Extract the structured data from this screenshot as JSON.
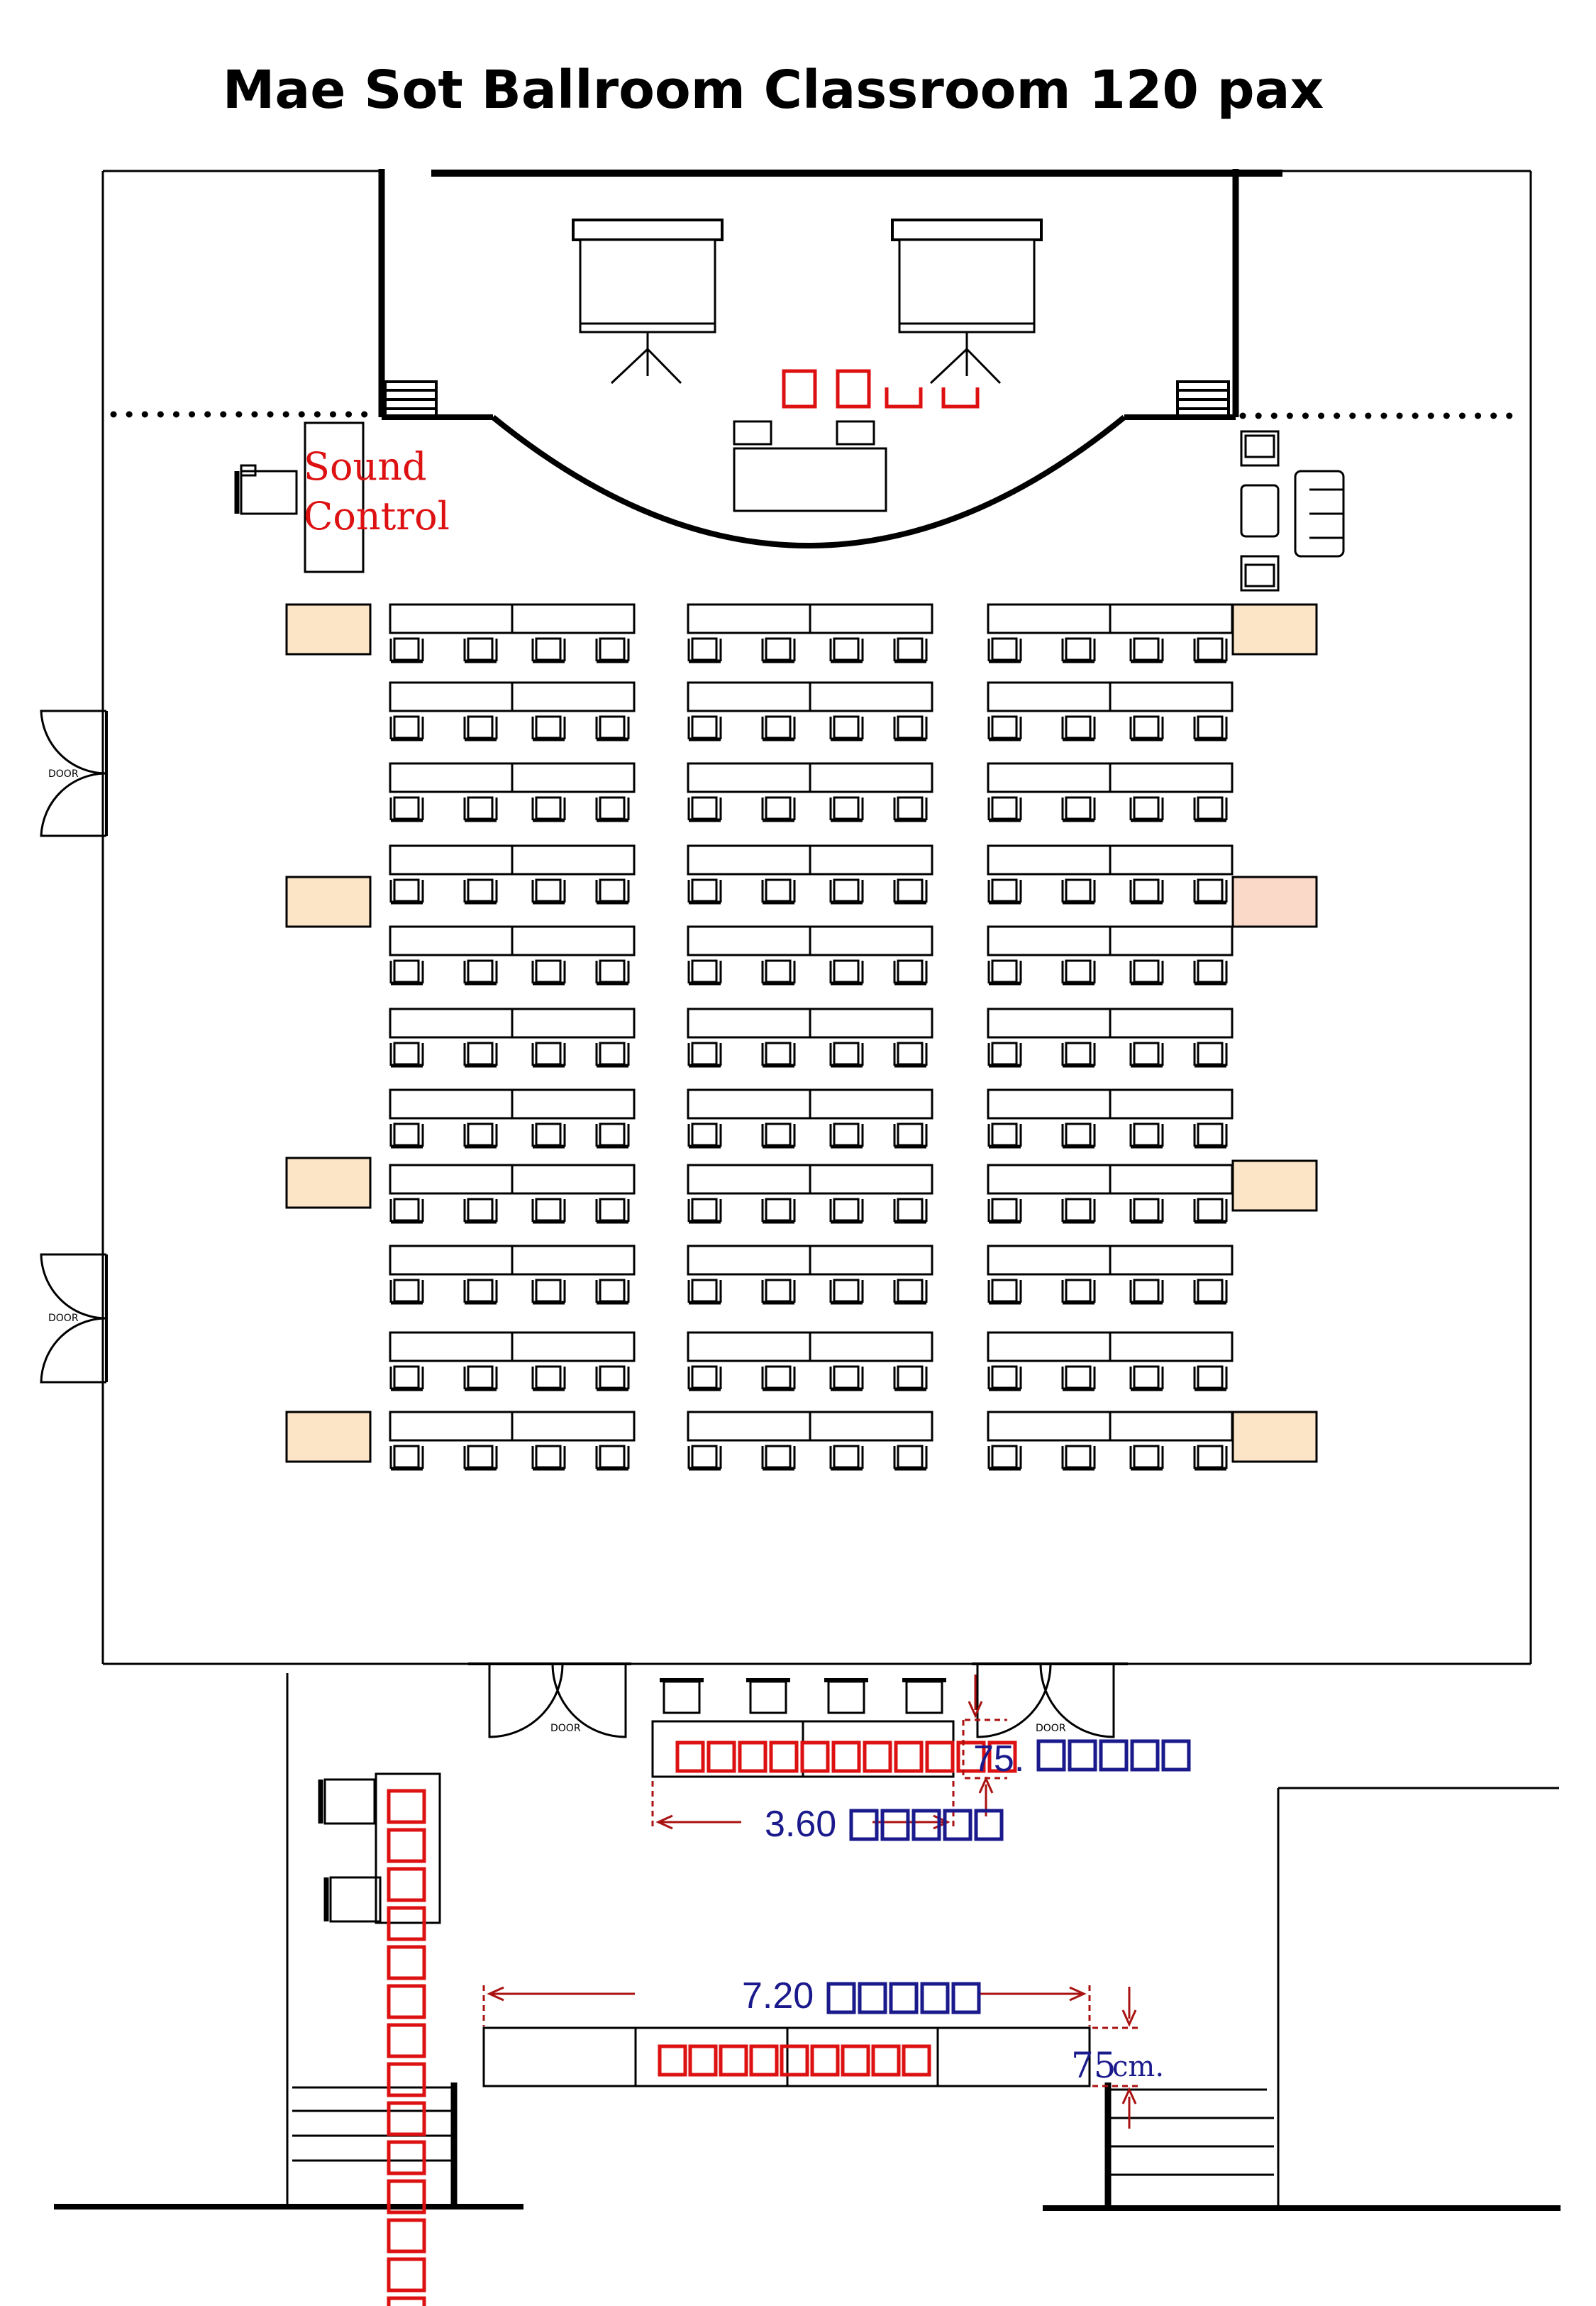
{
  "title": "Mae Sot Ballroom Classroom 120 pax",
  "labels": {
    "sound_control_line1": "Sound",
    "sound_control_line2": "Control",
    "door": "DOOR",
    "dim_75_a": "75.",
    "dim_360": "3.60",
    "dim_720": "7.20",
    "dim_75_b": "75",
    "dim_75_b_unit": "cm."
  },
  "colors": {
    "ink": "#000000",
    "red": "#dd1111",
    "dim_red": "#aa1111",
    "blue": "#1a1a8c",
    "sofa": "#fbe5c6",
    "sofa_accent": "#fad9c8"
  },
  "layout": {
    "blocks": 3,
    "table_rows": 11,
    "tables_per_row_per_block": 2,
    "chairs_per_row_per_block": 4
  }
}
